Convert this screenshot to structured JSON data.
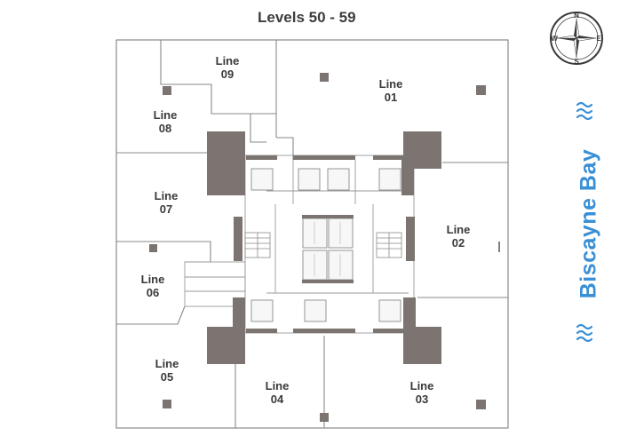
{
  "title": "Levels 50 - 59",
  "units": [
    {
      "id": "01",
      "line": "Line",
      "num": "01"
    },
    {
      "id": "02",
      "line": "Line",
      "num": "02"
    },
    {
      "id": "03",
      "line": "Line",
      "num": "03"
    },
    {
      "id": "04",
      "line": "Line",
      "num": "04"
    },
    {
      "id": "05",
      "line": "Line",
      "num": "05"
    },
    {
      "id": "06",
      "line": "Line",
      "num": "06"
    },
    {
      "id": "07",
      "line": "Line",
      "num": "07"
    },
    {
      "id": "08",
      "line": "Line",
      "num": "08"
    },
    {
      "id": "09",
      "line": "Line",
      "num": "09"
    }
  ],
  "compass": {
    "n": "N",
    "s": "S",
    "e": "E",
    "w": "W"
  },
  "water_label": "Biscayne Bay",
  "colors": {
    "wall": "#7b7470",
    "outline": "#8a8a8a",
    "bay_accent": "#3a8fd6",
    "text": "#3a3a3a"
  }
}
